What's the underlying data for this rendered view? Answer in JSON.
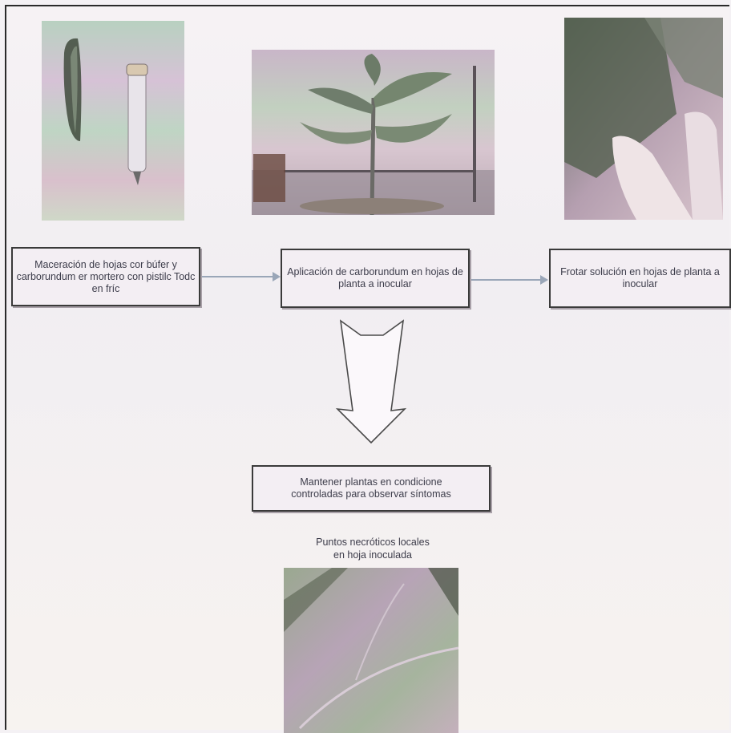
{
  "steps": {
    "maceration": "Maceración de hojas cor búfer y carborundum er mortero con pistilc  Todc en fríc",
    "application": "Aplicación de carborundum en hojas de planta a inocular",
    "rub": "Frotar solución en hojas de planta a inocular",
    "maintain": "Mantener plantas en condicione\ncontroladas para observar síntomas"
  },
  "caption": {
    "necrotic": "Puntos necróticos locales\nen hoja inoculada"
  },
  "colors": {
    "box_border": "#3a3a3a",
    "arrow": "#9aa6b8",
    "big_arrow": "#4a4a4a"
  }
}
